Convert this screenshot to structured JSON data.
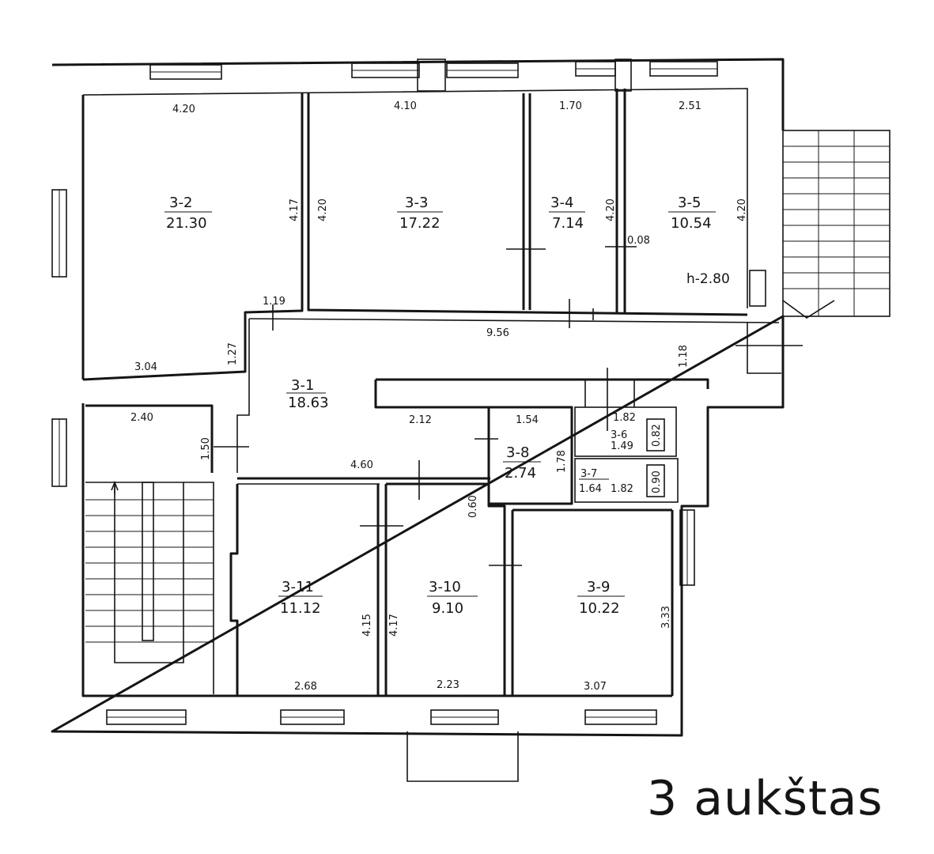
{
  "floor_title": "3 aukštas",
  "ceiling_height": "h-2.80",
  "rooms": [
    {
      "id": "3-1",
      "area": "18.63"
    },
    {
      "id": "3-2",
      "area": "21.30"
    },
    {
      "id": "3-3",
      "area": "17.22"
    },
    {
      "id": "3-4",
      "area": "7.14"
    },
    {
      "id": "3-5",
      "area": "10.54"
    },
    {
      "id": "3-6",
      "area": "1.49"
    },
    {
      "id": "3-7",
      "area": "1.64"
    },
    {
      "id": "3-8",
      "area": "2.74"
    },
    {
      "id": "3-9",
      "area": "10.22"
    },
    {
      "id": "3-10",
      "area": "9.10"
    },
    {
      "id": "3-11",
      "area": "11.12"
    }
  ],
  "dimensions": [
    "4.20",
    "4.10",
    "1.70",
    "2.51",
    "4.17",
    "4.20",
    "4.20",
    "4.20",
    "0.08",
    "1.19",
    "1.27",
    "3.04",
    "9.56",
    "1.18",
    "2.40",
    "1.50",
    "2.12",
    "1.54",
    "4.60",
    "1.78",
    "1.82",
    "0.82",
    "1.82",
    "0.90",
    "0.60",
    "4.15",
    "4.17",
    "3.33",
    "2.68",
    "2.23",
    "3.07"
  ]
}
